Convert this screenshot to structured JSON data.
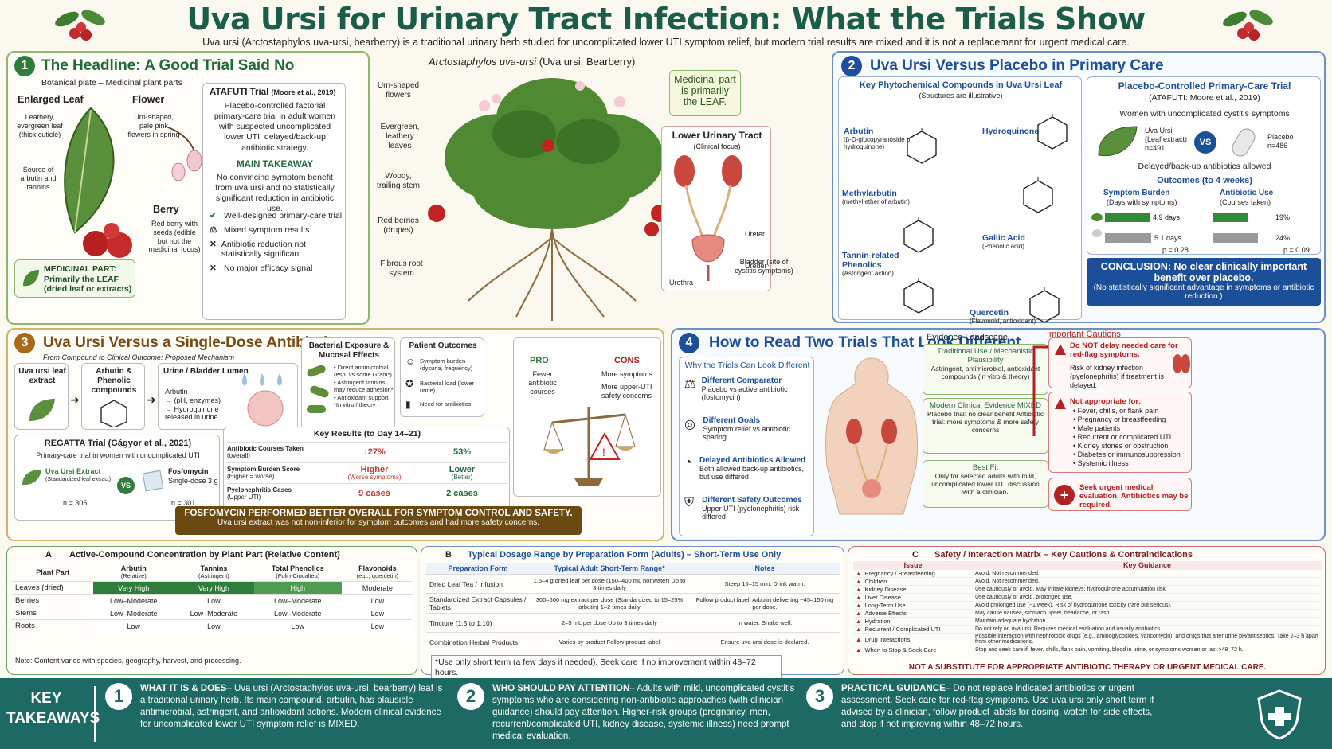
{
  "header": {
    "title": "Uva Ursi for Urinary Tract Infection: What the Trials Show",
    "subtitle": "Uva ursi (Arctostaphylos uva-ursi, bearberry) is a traditional urinary herb studied for uncomplicated lower UTI symptom relief, but modern trial results are mixed and it is not a replacement for urgent medical care."
  },
  "p1": {
    "num": "1",
    "title": "The Headline: A Good Trial Said No",
    "plate": "Botanical plate – Medicinal plant parts",
    "leaf_title": "Enlarged Leaf",
    "leaf_desc": "Leathery, evergreen leaf (thick cuticle)",
    "leaf_src": "Source of arbutin and tannins",
    "flower_title": "Flower",
    "flower_desc": "Urn-shaped, pale pink flowers in spring",
    "berry_title": "Berry",
    "berry_desc": "Red berry with seeds (edible but not the medicinal focus)",
    "med_part": "MEDICINAL PART: Primarily the LEAF (dried leaf or extracts)",
    "trial_title": "ATAFUTI Trial",
    "trial_ref": "(Moore et al., 2019)",
    "trial_desc": "Placebo-controlled factorial primary-care trial in adult women with suspected uncomplicated lower UTI; delayed/back-up antibiotic strategy.",
    "takeaway_title": "MAIN TAKEAWAY",
    "takeaway": "No convincing symptom benefit from uva ursi and no statistically significant reduction in antibiotic use.",
    "checks": [
      {
        "mark": "✔",
        "text": "Well-designed primary-care trial"
      },
      {
        "mark": "⚖",
        "text": "Mixed symptom results"
      },
      {
        "mark": "✕",
        "text": "Antibiotic reduction not statistically significant"
      },
      {
        "mark": "✕",
        "text": "No major efficacy signal"
      }
    ]
  },
  "center": {
    "title": "Arctostaphylos uva-ursi",
    "title2": "(Uva ursi, Bearberry)",
    "labels": [
      "Urn-shaped flowers",
      "Evergreen, leathery leaves",
      "Woody, trailing stem",
      "Red berries (drupes)",
      "Fibrous root system"
    ],
    "medpart": "Medicinal part is primarily the LEAF.",
    "tract_title": "Lower Urinary Tract",
    "tract_sub": "(Clinical focus)",
    "tract_labels": [
      "Ureter",
      "Ureder",
      "Bladder (site of cystitis symptoms)",
      "Urethra"
    ]
  },
  "p2": {
    "num": "2",
    "title": "Uva Ursi Versus Placebo in Primary Care",
    "chem_title": "Key Phytochemical Compounds in Uva Ursi Leaf",
    "chem_sub": "(Structures are illustrative)",
    "compounds": [
      {
        "name": "Arbutin",
        "desc": "(β-D-glucopyranoside of hydroquinone)"
      },
      {
        "name": "Hydroquinone",
        "desc": ""
      },
      {
        "name": "Methylarbutin",
        "desc": "(methyl ether of arbutin)"
      },
      {
        "name": "Gallic Acid",
        "desc": "(Phenolic acid)"
      },
      {
        "name": "Tannin-related Phenolics",
        "desc": "(Astringent action)"
      },
      {
        "name": "Quercetin",
        "desc": "(Flavonoid, antioxidant)"
      }
    ],
    "trial_title": "Placebo-Controlled Primary-Care Trial",
    "trial_ref": "(ATAFUTI: Moore et al., 2019)",
    "pop": "Women with uncomplicated cystitis symptoms",
    "arm1": "Uva Ursi",
    "arm1_sub": "(Leaf extract)",
    "arm1_n": "n=491",
    "vs": "VS",
    "arm2": "Placebo",
    "arm2_n": "n=486",
    "delayed": "Delayed/back-up antibiotics allowed",
    "outcomes": "Outcomes (to 4 weeks)",
    "o1_title": "Symptom Burden",
    "o1_sub": "(Days with symptoms)",
    "o1_v1": "4.9 days",
    "o1_v2": "5.1 days",
    "o1_p": "p = 0.28",
    "o2_title": "Antibiotic Use",
    "o2_sub": "(Courses taken)",
    "o2_v1": "19%",
    "o2_v2": "24%",
    "o2_p": "p = 0.09",
    "conclusion": "CONCLUSION: No clear clinically important benefit over placebo.",
    "conclusion_sub": "(No statistically significant advantage in symptoms or antibiotic reduction.)"
  },
  "p3": {
    "num": "3",
    "title": "Uva Ursi Versus a Single-Dose Antibiotic",
    "sub": "From Compound to Clinical Outcome: Proposed Mechanism",
    "steps": [
      "Uva ursi leaf extract",
      "Arbutin & Phenolic compounds",
      "Urine / Bladder Lumen"
    ],
    "lumen": [
      "Arbutin",
      "→ (pH, enzymes)",
      "→ Hydroquinone released in urine"
    ],
    "exposure_title": "Bacterial Exposure & Mucosal Effects",
    "exposure": [
      "• Direct antimicrobial (esp. vs some Gram*)",
      "• Astringent tannins may reduce adhesion*",
      "• Antioxidant support",
      "*In vitro / theory"
    ],
    "pt_title": "Patient Outcomes",
    "pt": [
      "Symptom burden (dysuria, frequency)",
      "Bacterial load (lower urine)",
      "Need for antibiotics"
    ],
    "pro": "PRO",
    "pro_text": "Fewer antibiotic courses",
    "cons": "CONS",
    "cons_text": "More symptoms",
    "cons_text2": "More upper-UTI safety concerns",
    "trial_title": "REGATTA Trial (Gágyor et al., 2021)",
    "trial_desc": "Primary-care trial in women with uncomplicated UTI",
    "arm1": "Uva Ursi Extract",
    "arm1_sub": "(Standardized leaf extract)",
    "arm1_n": "n = 305",
    "vs": "VS",
    "arm2": "Fosfomycin",
    "arm2_sub": "Single-dose 3 g",
    "arm2_n": "n = 301",
    "results_title": "Key Results (to Day 14–21)",
    "results": [
      {
        "label": "Antibiotic Courses Taken",
        "sub": "(overall)",
        "a": "↓27%",
        "b": "53%"
      },
      {
        "label": "Symptom Burden Score",
        "sub": "(Higher = worse)",
        "a": "Higher",
        "a_sub": "(Worse symptoms)",
        "b": "Lower",
        "b_sub": "(Better)"
      },
      {
        "label": "Pyelonephritis Cases",
        "sub": "(Upper UTI)",
        "a": "9 cases",
        "b": "2 cases"
      }
    ],
    "banner": "FOSFOMYCIN PERFORMED BETTER OVERALL FOR SYMPTOM CONTROL AND SAFETY.",
    "banner_sub": "Uva ursi extract was not non-inferior for symptom outcomes and had more safety concerns."
  },
  "p4": {
    "num": "4",
    "title": "How to Read Two Trials That Look Different",
    "why": "Why the Trials Can Look Different",
    "reasons": [
      {
        "t": "Different Comparator",
        "d": "Placebo vs active antibiotic (fosfomycin)"
      },
      {
        "t": "Different Goals",
        "d": "Symptom relief vs antibiotic sparing"
      },
      {
        "t": "Delayed Antibiotics Allowed",
        "d": "Both allowed back-up antibiotics, but use differed"
      },
      {
        "t": "Different Safety Outcomes",
        "d": "Upper UTI (pyelonephritis) risk differed"
      }
    ],
    "landscape": "Evidence Landscape",
    "ev": [
      {
        "t": "Traditional Use / Mechanistic Plausibility",
        "d": "Astringent, antimicrobial, antioxidant compounds (in vitro & theory)"
      },
      {
        "t": "Modern Clinical Evidence MIXED",
        "d": "Placebo trial: no clear benefit Antibiotic trial: more symptoms & more safety concerns"
      },
      {
        "t": "Best Fit",
        "d": "Only for selected adults with mild, uncomplicated lower UTI discussion with a clinician."
      }
    ],
    "cautions": "Important Cautions",
    "c1_title": "Do NOT delay needed care for red-flag symptoms.",
    "c1_text": "Risk of kidney infection (pyelonephritis) if treatment is delayed.",
    "c2_title": "Not appropriate for:",
    "c2_items": [
      "• Fever, chills, or flank pain",
      "• Pregnancy or breastfeeding",
      "• Male patients",
      "• Recurrent or complicated UTI",
      "• Kidney stones or obstruction",
      "• Diabetes or immunosuppression",
      "• Systemic illness"
    ],
    "c3": "Seek urgent medical evaluation. Antibiotics may be required."
  },
  "pA": {
    "letter": "A",
    "title": "Active-Compound Concentration by Plant Part (Relative Content)",
    "cols": [
      "Plant Part",
      "Arbutin",
      "Tannins",
      "Total Phenolics",
      "Flavonoids"
    ],
    "cols_sub": [
      "",
      "(Relative)",
      "(Astringent)",
      "(Folin-Ciocalteu)",
      "(e.g., quercetin)"
    ],
    "rows": [
      {
        "part": "Leaves (dried)",
        "v": [
          "Very High",
          "Very High",
          "High",
          "Moderate"
        ]
      },
      {
        "part": "Berries",
        "v": [
          "Low–Moderate",
          "Low",
          "Low–Moderate",
          "Low"
        ]
      },
      {
        "part": "Stems",
        "v": [
          "Low–Moderate",
          "Low–Moderate",
          "Low–Moderate",
          "Low"
        ]
      },
      {
        "part": "Roots",
        "v": [
          "Low",
          "Low",
          "Low",
          "Low"
        ]
      }
    ],
    "note": "Note: Content varies with species, geography, harvest, and processing."
  },
  "pB": {
    "letter": "B",
    "title": "Typical Dosage Range by Preparation Form (Adults) – Short-Term Use Only",
    "cols": [
      "Preparation Form",
      "Typical Adult Short-Term Range*",
      "Notes"
    ],
    "rows": [
      {
        "f": "Dried Leaf Tea / Infusion",
        "r": "1.5–4 g dried leaf per dose (150–400 mL hot water) Up to 3 times daily",
        "n": "Steep 10–15 min. Drink warm."
      },
      {
        "f": "Standardized Extract Capsules / Tablets",
        "r": "300–600 mg extract per dose (Standardized to 15–25% arbutin) 1–2 times daily",
        "n": "Follow product label. Arbutin delivering ~45–150 mg per dose."
      },
      {
        "f": "Tincture (1:5 to 1:10)",
        "r": "2–5 mL per dose Up to 3 times daily",
        "n": "In water. Shake well."
      },
      {
        "f": "Combination Herbal Products",
        "r": "Varies by product Follow product label",
        "n": "Ensure uva ursi dose is declared."
      }
    ],
    "footnote": "*Use only short term (a few days if needed). Seek care if no improvement within 48–72 hours."
  },
  "pC": {
    "letter": "C",
    "title": "Safety / Interaction Matrix – Key Cautions & Contraindications",
    "cols": [
      "Issue",
      "Key Guidance"
    ],
    "rows": [
      {
        "i": "Pregnancy / Breastfeeding",
        "g": "Avoid. Not recommended."
      },
      {
        "i": "Children",
        "g": "Avoid. Not recommended."
      },
      {
        "i": "Kidney Disease",
        "g": "Use cautiously or avoid. May irritate kidneys; hydroquinone accumulation risk."
      },
      {
        "i": "Liver Disease",
        "g": "Use cautiously or avoid. prolonged use."
      },
      {
        "i": "Long-Term Use",
        "g": "Avoid prolonged use (~1 week). Risk of hydroquinone toxicity (rare but serious)."
      },
      {
        "i": "Adverse Effects",
        "g": "May cause nausea, stomach upset, headache, or rash."
      },
      {
        "i": "Hydration",
        "g": "Maintain adequate hydration."
      },
      {
        "i": "Recurrent / Complicated UTI",
        "g": "Do not rely on uva ursi. Requires medical evaluation and usually antibiotics."
      },
      {
        "i": "Drug Interactions",
        "g": "Possible interaction with nephrotoxic drugs (e.g., aminoglycosides, vancomycin), and drugs that alter urine pH/antiseptics. Take 2–3 h apart from other medications."
      },
      {
        "i": "When to Stop & Seek Care",
        "g": "Stop and seek care if: fever, chills, flank pain, vomiting, blood in urine, or symptoms worsen or last >48–72 h."
      }
    ],
    "banner": "NOT A SUBSTITUTE FOR APPROPRIATE ANTIBIOTIC THERAPY OR URGENT MEDICAL CARE."
  },
  "footer": {
    "label": "KEY TAKEAWAYS",
    "items": [
      {
        "n": "1",
        "head": "WHAT IT IS & DOES",
        "text": "– Uva ursi (Arctostaphylos uva-ursi, bearberry) leaf is a traditional urinary herb. Its main compound, arbutin, has plausible antimicrobial, astringent, and antioxidant actions. Modern clinical evidence for uncomplicated lower UTI symptom relief is MIXED."
      },
      {
        "n": "2",
        "head": "WHO SHOULD PAY ATTENTION",
        "text": "– Adults with mild, uncomplicated cystitis symptoms who are considering non-antibiotic approaches (with clinician guidance) should pay attention. Higher-risk groups (pregnancy, men, recurrent/complicated UTI, kidney disease, systemic illness) need prompt medical evaluation."
      },
      {
        "n": "3",
        "head": "PRACTICAL GUIDANCE",
        "text": "– Do not replace indicated antibiotics or urgent assessment. Seek care for red-flag symptoms. Use uva ursi only short term if advised by a clinician, follow product labels for dosing, watch for side effects, and stop if not improving within 48–72 hours."
      }
    ]
  }
}
